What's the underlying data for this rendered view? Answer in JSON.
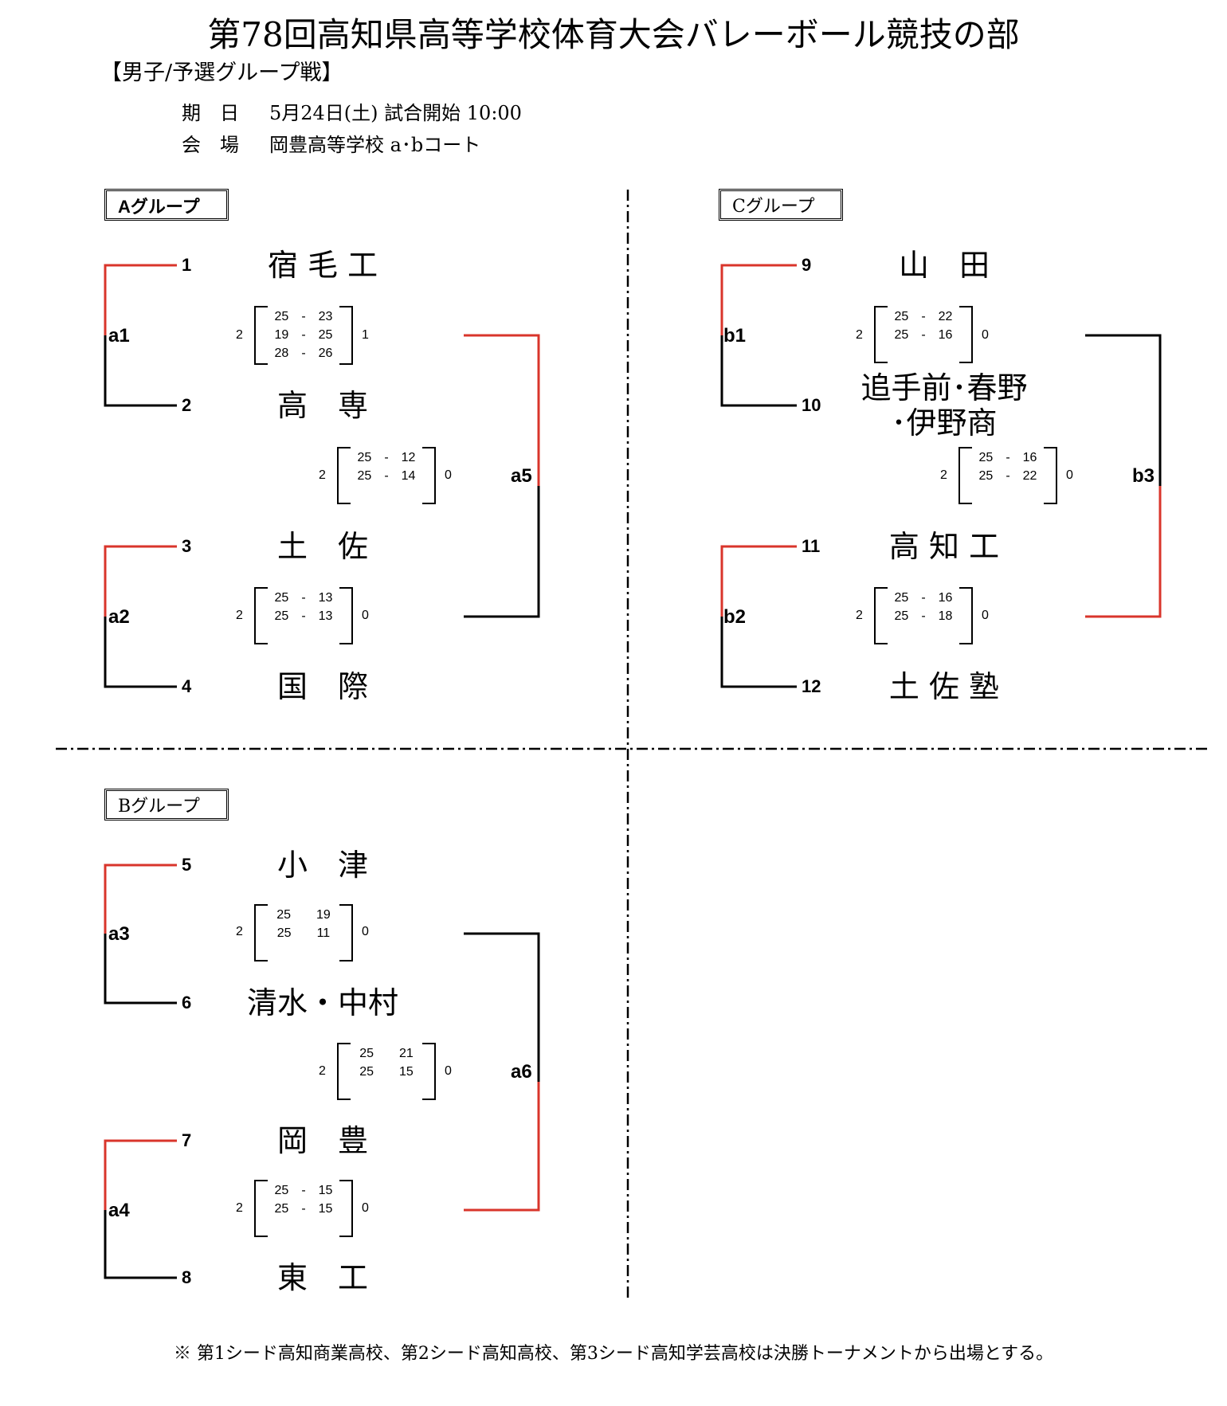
{
  "title": "第78回高知県高等学校体育大会バレーボール競技の部",
  "subtitle": "【男子/予選グループ戦】",
  "info": {
    "date_label": "期　日",
    "date_value": "5月24日(土) 試合開始 10:00",
    "venue_label": "会　場",
    "venue_value": "岡豊高等学校 a･bコート"
  },
  "groups": {
    "a": "Aグループ",
    "b": "Bグループ",
    "c": "Cグループ"
  },
  "seeds": [
    "1",
    "2",
    "3",
    "4",
    "5",
    "6",
    "7",
    "8",
    "9",
    "10",
    "11",
    "12"
  ],
  "teams": {
    "t1": "宿 毛 工",
    "t2": "高　専",
    "t3": "土　佐",
    "t4": "国　際",
    "t5": "小　津",
    "t6": "清水・中村",
    "t7": "岡　豊",
    "t8": "東　工",
    "t9": "山　田",
    "t10_line1": "追手前･春野",
    "t10_line2": "･伊野商",
    "t11": "高 知 工",
    "t12": "土 佐 塾"
  },
  "matches": {
    "a1": {
      "label": "a1",
      "left": "2",
      "right": "1",
      "sets": [
        "25　-　23",
        "19　-　25",
        "28　-　26"
      ]
    },
    "a2": {
      "label": "a2",
      "left": "2",
      "right": "0",
      "sets": [
        "25　-　13",
        "25　-　13"
      ]
    },
    "a3": {
      "label": "a3",
      "left": "2",
      "right": "0",
      "sets": [
        "25　　19",
        "25　　11"
      ]
    },
    "a4": {
      "label": "a4",
      "left": "2",
      "right": "0",
      "sets": [
        "25　-　15",
        "25　-　15"
      ]
    },
    "a5": {
      "label": "a5",
      "left": "2",
      "right": "0",
      "sets": [
        "25　-　12",
        "25　-　14"
      ]
    },
    "a6": {
      "label": "a6",
      "left": "2",
      "right": "0",
      "sets": [
        "25　　21",
        "25　　15"
      ]
    },
    "b1": {
      "label": "b1",
      "left": "2",
      "right": "0",
      "sets": [
        "25　-　22",
        "25　-　16"
      ]
    },
    "b2": {
      "label": "b2",
      "left": "2",
      "right": "0",
      "sets": [
        "25　-　16",
        "25　-　18"
      ]
    },
    "b3": {
      "label": "b3",
      "left": "2",
      "right": "0",
      "sets": [
        "25　-　16",
        "25　-　22"
      ]
    }
  },
  "colors": {
    "winner_line": "#d9352b",
    "line": "#000000"
  },
  "footnote": "※ 第1シード高知商業高校、第2シード高知高校、第3シード高知学芸高校は決勝トーナメントから出場とする。"
}
